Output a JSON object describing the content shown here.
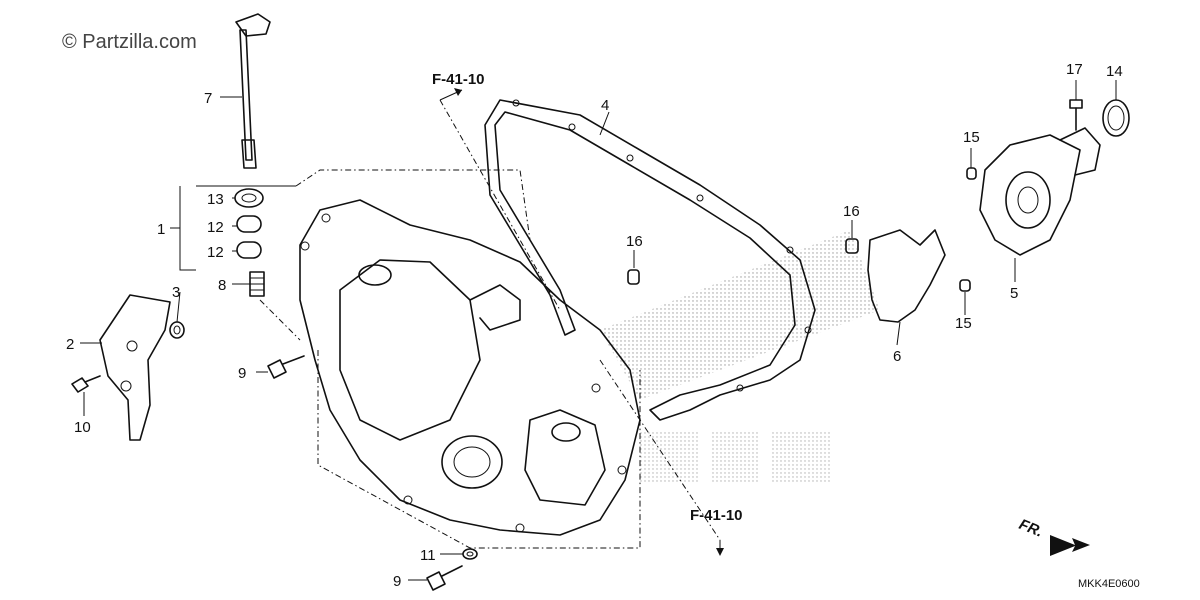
{
  "watermark": "© Partzilla.com",
  "diagram_code": "MKK4E0600",
  "front_indicator": "FR.",
  "references": [
    "F-41-10",
    "F-41-10"
  ],
  "callouts": [
    {
      "id": "c1",
      "label": "1"
    },
    {
      "id": "c2",
      "label": "2"
    },
    {
      "id": "c3",
      "label": "3"
    },
    {
      "id": "c4",
      "label": "4"
    },
    {
      "id": "c5",
      "label": "5"
    },
    {
      "id": "c6",
      "label": "6"
    },
    {
      "id": "c7",
      "label": "7"
    },
    {
      "id": "c8",
      "label": "8"
    },
    {
      "id": "c9a",
      "label": "9"
    },
    {
      "id": "c9b",
      "label": "9"
    },
    {
      "id": "c10",
      "label": "10"
    },
    {
      "id": "c11",
      "label": "11"
    },
    {
      "id": "c12a",
      "label": "12"
    },
    {
      "id": "c12b",
      "label": "12"
    },
    {
      "id": "c13",
      "label": "13"
    },
    {
      "id": "c14",
      "label": "14"
    },
    {
      "id": "c15a",
      "label": "15"
    },
    {
      "id": "c15b",
      "label": "15"
    },
    {
      "id": "c16a",
      "label": "16"
    },
    {
      "id": "c16b",
      "label": "16"
    },
    {
      "id": "c17",
      "label": "17"
    }
  ]
}
